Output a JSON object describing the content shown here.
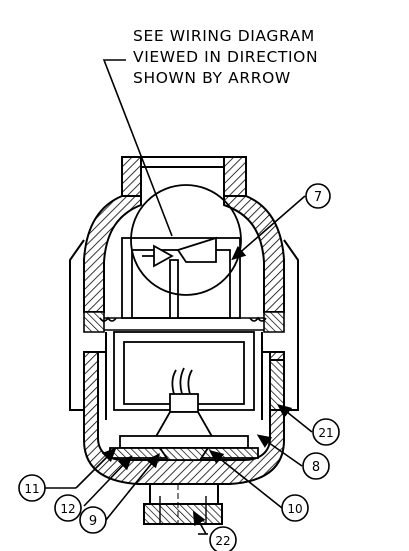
{
  "note": {
    "lines": [
      "SEE  WIRING  DIAGRAM",
      "VIEWED  IN  DIRECTION",
      "SHOWN  BY  ARROW"
    ]
  },
  "callouts": [
    {
      "id": "7",
      "label": "7"
    },
    {
      "id": "21",
      "label": "21"
    },
    {
      "id": "8",
      "label": "8"
    },
    {
      "id": "10",
      "label": "10"
    },
    {
      "id": "22",
      "label": "22"
    },
    {
      "id": "9",
      "label": "9"
    },
    {
      "id": "12",
      "label": "12"
    },
    {
      "id": "11",
      "label": "11"
    }
  ],
  "colors": {
    "ink": "#000000",
    "paper": "#ffffff"
  }
}
